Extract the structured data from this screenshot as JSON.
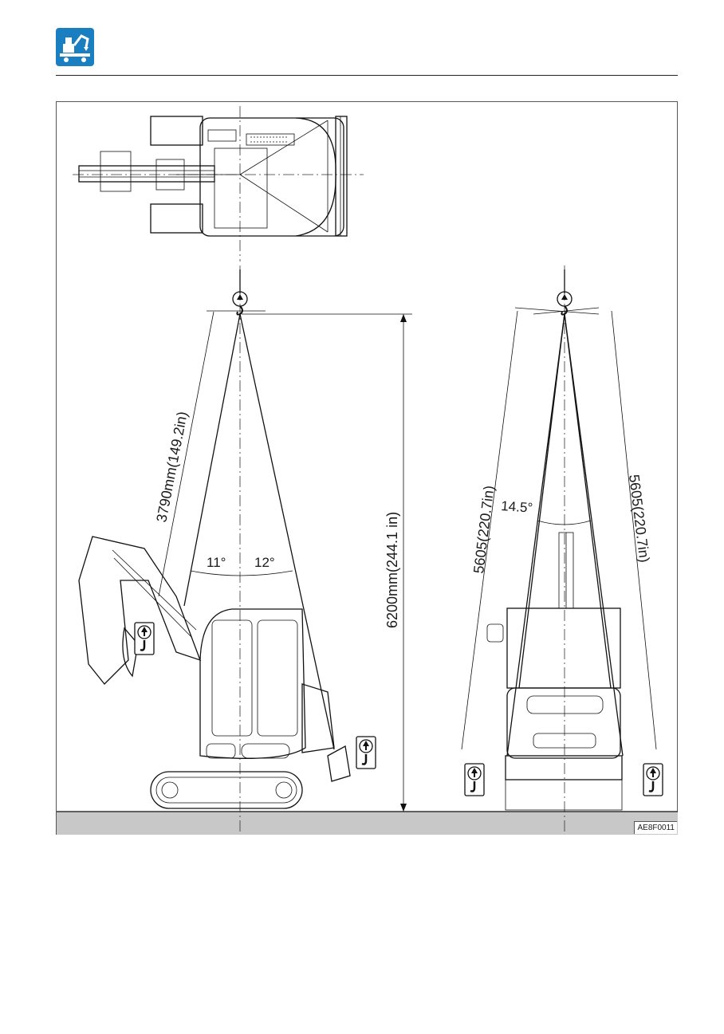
{
  "header": {
    "logo_icon": "excavator-transport-icon",
    "accent_color": "#1a7fc1"
  },
  "figure": {
    "side_view": {
      "front_sling": "3790mm(149.2in)",
      "hook_height": "6200mm(244.1 in)",
      "front_angle": "11°",
      "rear_angle": "12°"
    },
    "rear_view": {
      "left_sling": "5605(220.7in)",
      "right_sling": "5605(220.7in)",
      "spread_angle": "14.5°"
    },
    "figure_code": "AE8F0011"
  }
}
